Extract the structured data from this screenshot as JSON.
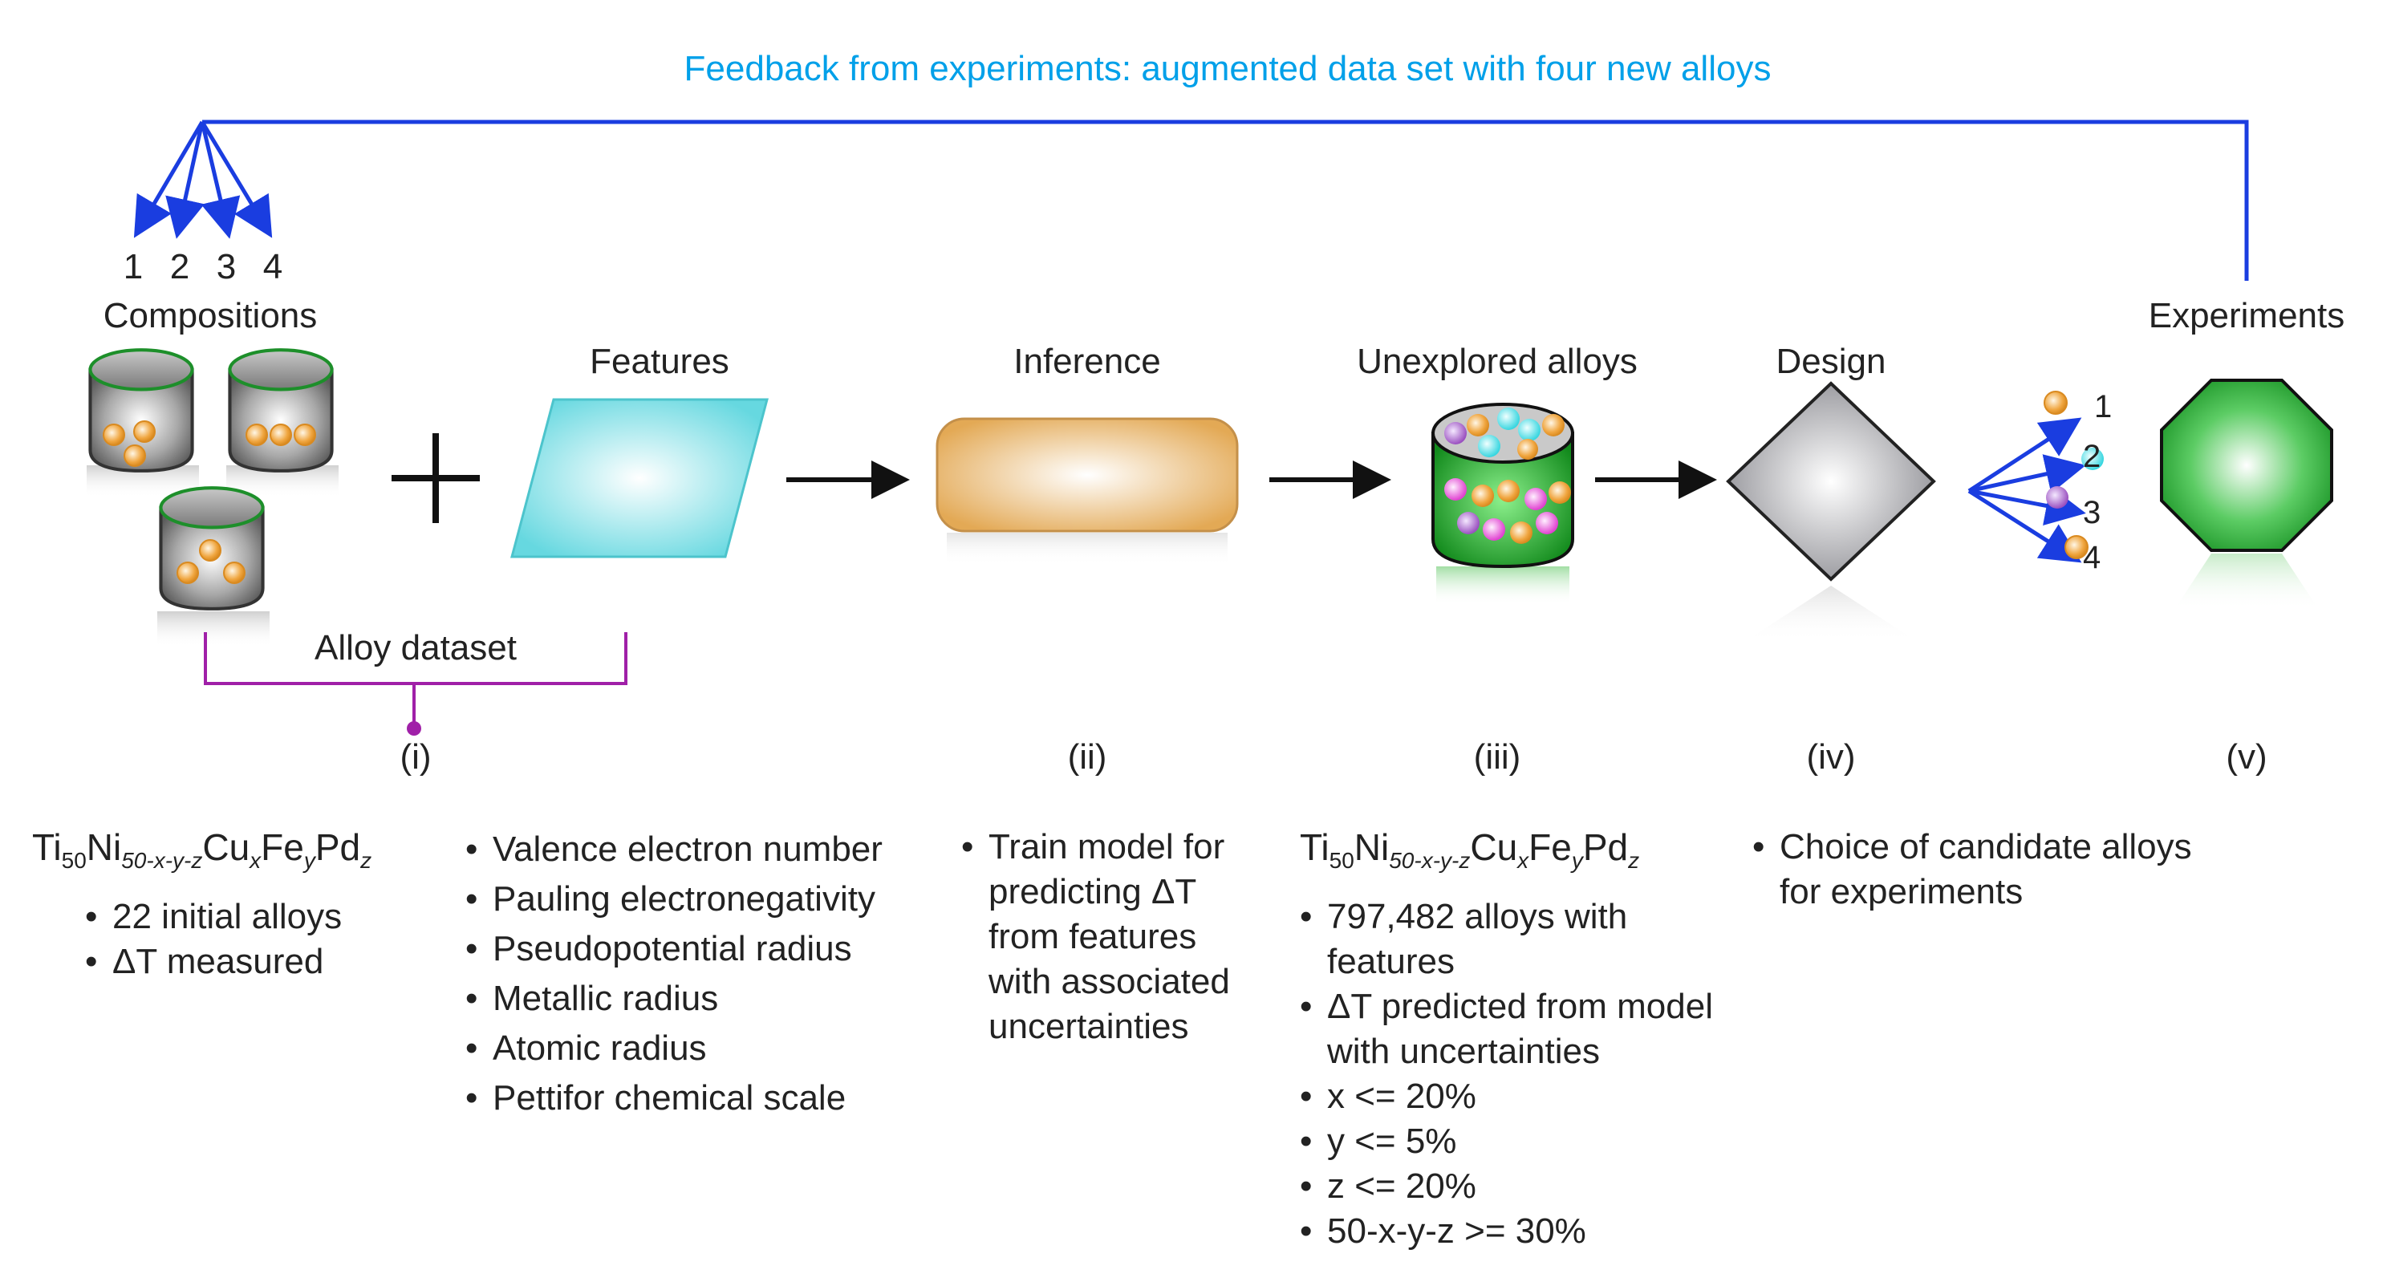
{
  "feedback": {
    "label": "Feedback from experiments: augmented data set with four new alloys",
    "color": "#00a0e9"
  },
  "compositions": {
    "numbers": [
      "1",
      "2",
      "3",
      "4"
    ],
    "label": "Compositions"
  },
  "dataset": {
    "label": "Alloy dataset",
    "color": "#a020a8"
  },
  "stages": {
    "features": "Features",
    "inference": "Inference",
    "unexplored": "Unexplored alloys",
    "design": "Design",
    "experiments": "Experiments"
  },
  "design_numbers": [
    "1",
    "2",
    "3",
    "4"
  ],
  "roman": [
    "(i)",
    "(ii)",
    "(iii)",
    "(iv)",
    "(v)"
  ],
  "formula": {
    "base": "Ti",
    "base_sub": "50",
    "el2": "Ni",
    "el2_sub": "50-x-y-z",
    "el3": "Cu",
    "el3_sub": "x",
    "el4": "Fe",
    "el4_sub": "y",
    "el5": "Pd",
    "el5_sub": "z"
  },
  "col1": [
    "22 initial alloys",
    "ΔT measured"
  ],
  "col2": [
    "Valence electron number",
    "Pauling electronegativity",
    "Pseudopotential radius",
    "Metallic radius",
    "Atomic radius",
    "Pettifor chemical scale"
  ],
  "col3": [
    "Train model for predicting ΔT from features with associated uncertainties"
  ],
  "col4": [
    "797,482 alloys with features",
    "ΔT predicted from model with uncertainties",
    "x <= 20%",
    "y <= 5%",
    "z <= 20%",
    "50-x-y-z >= 30%"
  ],
  "col5": [
    "Choice of candidate alloys for experiments"
  ],
  "colors": {
    "arrow_blue": "#1a3de0",
    "feature_fill": "#7fe0e6",
    "inference_fill": "#e8b46a",
    "jar_green": "#1d8f2a",
    "octagon_green": "#1f9a2e",
    "design_gray": "#9a9aa0"
  }
}
